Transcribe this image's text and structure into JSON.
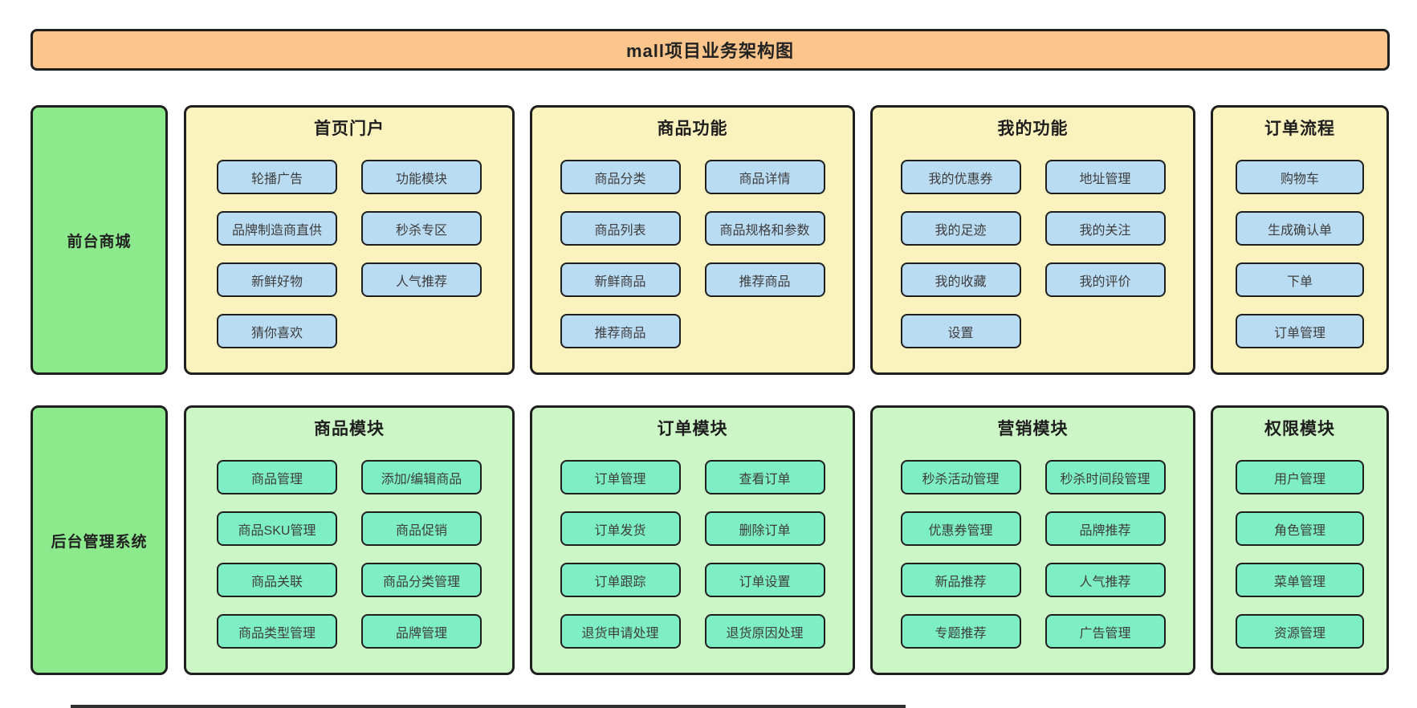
{
  "title": "mall项目业务架构图",
  "colors": {
    "border": "#1f1f1f",
    "title_bg": "#fbc58b",
    "sidebar_bg": "#8ce98c",
    "front_panel_bg": "#fbf3bd",
    "front_button_bg": "#badcf3",
    "back_panel_bg": "#cdf6c7",
    "back_button_bg": "#7eeec5"
  },
  "rows": [
    {
      "sidebar": "前台商城",
      "theme": "front",
      "panels": [
        {
          "title": "首页门户",
          "columns": [
            [
              "轮播广告",
              "品牌制造商直供",
              "新鲜好物",
              "猜你喜欢"
            ],
            [
              "功能模块",
              "秒杀专区",
              "人气推荐"
            ]
          ]
        },
        {
          "title": "商品功能",
          "columns": [
            [
              "商品分类",
              "商品列表",
              "新鲜商品",
              "推荐商品"
            ],
            [
              "商品详情",
              "商品规格和参数",
              "推荐商品"
            ]
          ]
        },
        {
          "title": "我的功能",
          "columns": [
            [
              "我的优惠券",
              "我的足迹",
              "我的收藏",
              "设置"
            ],
            [
              "地址管理",
              "我的关注",
              "我的评价"
            ]
          ]
        },
        {
          "title": "订单流程",
          "columns": [
            [
              "购物车",
              "生成确认单",
              "下单",
              "订单管理"
            ]
          ]
        }
      ]
    },
    {
      "sidebar": "后台管理系统",
      "theme": "back",
      "panels": [
        {
          "title": "商品模块",
          "columns": [
            [
              "商品管理",
              "商品SKU管理",
              "商品关联",
              "商品类型管理"
            ],
            [
              "添加/编辑商品",
              "商品促销",
              "商品分类管理",
              "品牌管理"
            ]
          ]
        },
        {
          "title": "订单模块",
          "columns": [
            [
              "订单管理",
              "订单发货",
              "订单跟踪",
              "退货申请处理"
            ],
            [
              "查看订单",
              "删除订单",
              "订单设置",
              "退货原因处理"
            ]
          ]
        },
        {
          "title": "营销模块",
          "columns": [
            [
              "秒杀活动管理",
              "优惠券管理",
              "新品推荐",
              "专题推荐"
            ],
            [
              "秒杀时间段管理",
              "品牌推荐",
              "人气推荐",
              "广告管理"
            ]
          ]
        },
        {
          "title": "权限模块",
          "columns": [
            [
              "用户管理",
              "角色管理",
              "菜单管理",
              "资源管理"
            ]
          ]
        }
      ]
    }
  ]
}
